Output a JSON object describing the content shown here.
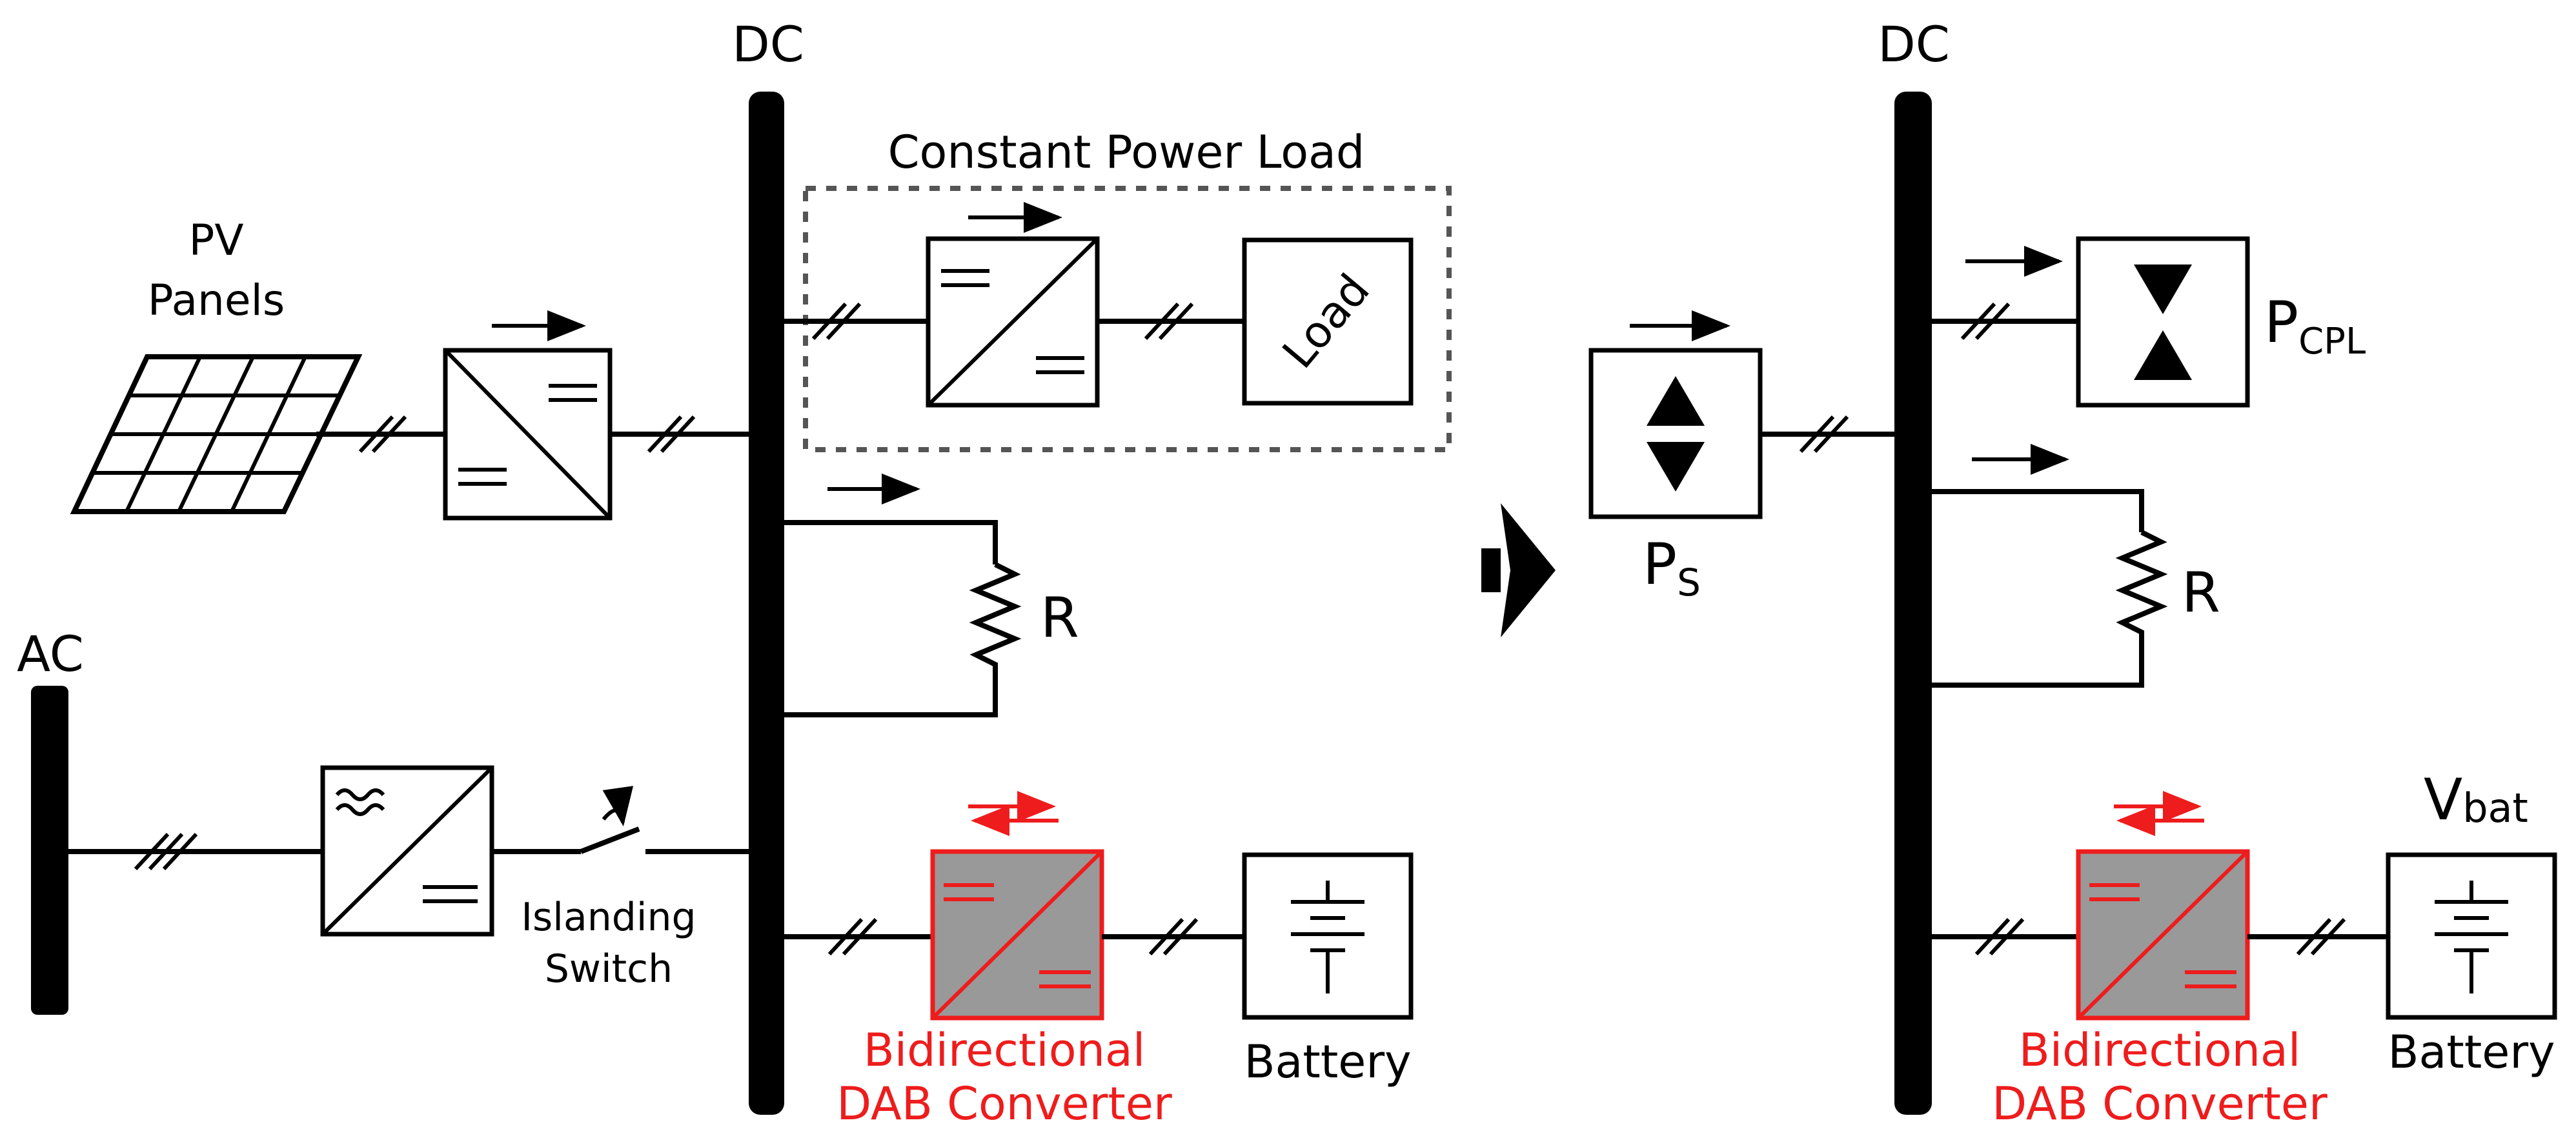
{
  "colors": {
    "line": "#000000",
    "bidirectional_accent": "#ee1c1c",
    "dab_fill": "#999999",
    "cpl_border": "#555555"
  },
  "left": {
    "dc_bus_label": "DC",
    "ac_bus_label": "AC",
    "pv_label_line1": "PV",
    "pv_label_line2": "Panels",
    "cpl_label": "Constant Power Load",
    "load_label": "Load",
    "resistor_label": "R",
    "switch_label_line1": "Islanding",
    "switch_label_line2": "Switch",
    "dab_label_line1": "Bidirectional",
    "dab_label_line2": "DAB Converter",
    "battery_label": "Battery"
  },
  "right": {
    "dc_bus_label": "DC",
    "ps_label": "P",
    "ps_sub": "S",
    "pcpl_label": "P",
    "pcpl_sub": "CPL",
    "resistor_label": "R",
    "vbat_label": "V",
    "vbat_sub": "bat",
    "dab_label_line1": "Bidirectional",
    "dab_label_line2": "DAB Converter",
    "battery_label": "Battery"
  },
  "icons": {
    "transform_arrow": "block-arrow-right-icon",
    "converter": "dc-dc-converter-icon",
    "inverter": "ac-dc-converter-icon",
    "battery": "battery-icon",
    "resistor": "resistor-icon",
    "switch": "switch-icon",
    "pv": "solar-panel-icon",
    "source": "power-source-icon",
    "cpl": "constant-power-load-icon"
  }
}
